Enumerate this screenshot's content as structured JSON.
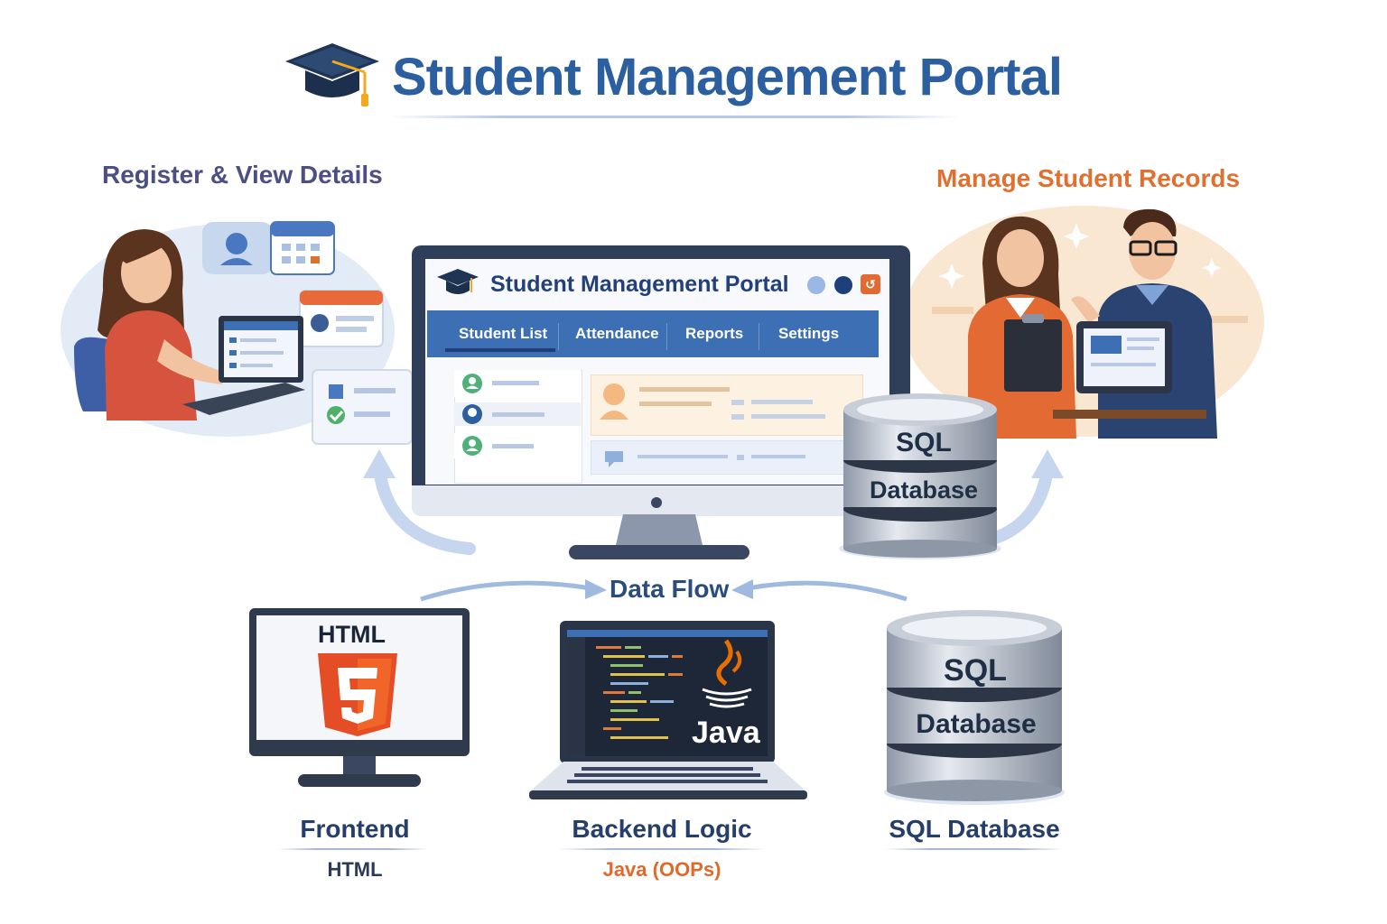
{
  "header": {
    "title": "Student Management Portal",
    "logo_icon": "graduation-cap-icon"
  },
  "sections": {
    "left_caption": "Register & View Details",
    "right_caption": "Manage Student Records"
  },
  "portal_window": {
    "title": "Student Management Portal",
    "tabs": [
      {
        "label": "Student List",
        "active": true
      },
      {
        "label": "Attendance",
        "active": false
      },
      {
        "label": "Reports",
        "active": false
      },
      {
        "label": "Settings",
        "active": false
      }
    ]
  },
  "database_top": {
    "line1": "SQL",
    "line2": "Database"
  },
  "flow": {
    "label": "Data Flow"
  },
  "stack": [
    {
      "title": "Frontend",
      "subtitle": "HTML",
      "subtitle_color": "#2a3b5a",
      "screen_text": "HTML"
    },
    {
      "title": "Backend Logic",
      "subtitle": "Java (OOPs)",
      "subtitle_color": "#e06a2a",
      "screen_text": "Java"
    },
    {
      "title": "SQL Database",
      "subtitle": "",
      "db_line1": "SQL",
      "db_line2": "Database"
    }
  ],
  "colors": {
    "brand_blue": "#2c5fa0",
    "accent_orange": "#e07030",
    "tab_blue": "#3d6fb5",
    "html5_orange": "#e44d26"
  }
}
